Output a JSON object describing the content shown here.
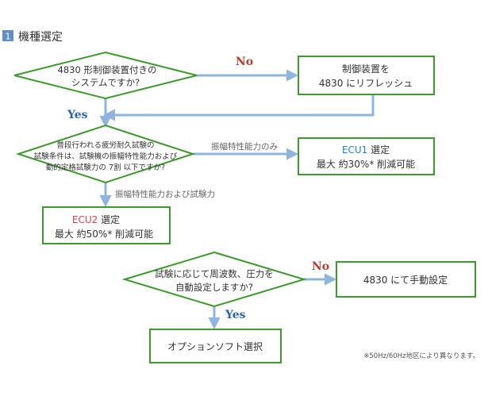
{
  "section": {
    "number": "1",
    "title": "機種選定"
  },
  "decisions": {
    "d1": {
      "lines": [
        "4830 形制御装置付きの",
        "システムですか?"
      ]
    },
    "d2": {
      "lines": [
        "普段行われる疲労耐久試験の",
        "試験条件は、試験機の振幅特性能力および",
        "動的定格試験力の 7割 以下ですか?"
      ]
    },
    "d3": {
      "lines": [
        "試験に応じて周波数、圧力を",
        "自動設定しますか?"
      ]
    }
  },
  "boxes": {
    "refresh": {
      "lines": [
        "制御装置を",
        "4830 にリフレッシュ"
      ]
    },
    "ecu1": {
      "name": "ECU1",
      "suffix": " 選定",
      "detail": "最大 約30%* 削減可能"
    },
    "ecu2": {
      "name": "ECU2",
      "suffix": " 選定",
      "detail": "最大 約50%* 削減可能"
    },
    "manual": {
      "label": "4830 にて手動設定"
    },
    "option": {
      "label": "オプションソフト選択"
    }
  },
  "edge_labels": {
    "no1": "No",
    "yes1": "Yes",
    "amp_only": "振幅特性能力のみ",
    "amp_and_force": "振幅特性能力および試験力",
    "no2": "No",
    "yes2": "Yes"
  },
  "footnote": "※50Hz/60Hz地区により異なります。",
  "colors": {
    "diamond_stroke": "#3d9a2c",
    "box_stroke": "#3d9a2c",
    "arrow": "#8fb4df",
    "label_no": "#c0392b",
    "label_yes": "#2b63b5",
    "ecu1": "#1f86c6",
    "ecu2": "#e0434b",
    "section_badge": "#5f8fc6"
  }
}
